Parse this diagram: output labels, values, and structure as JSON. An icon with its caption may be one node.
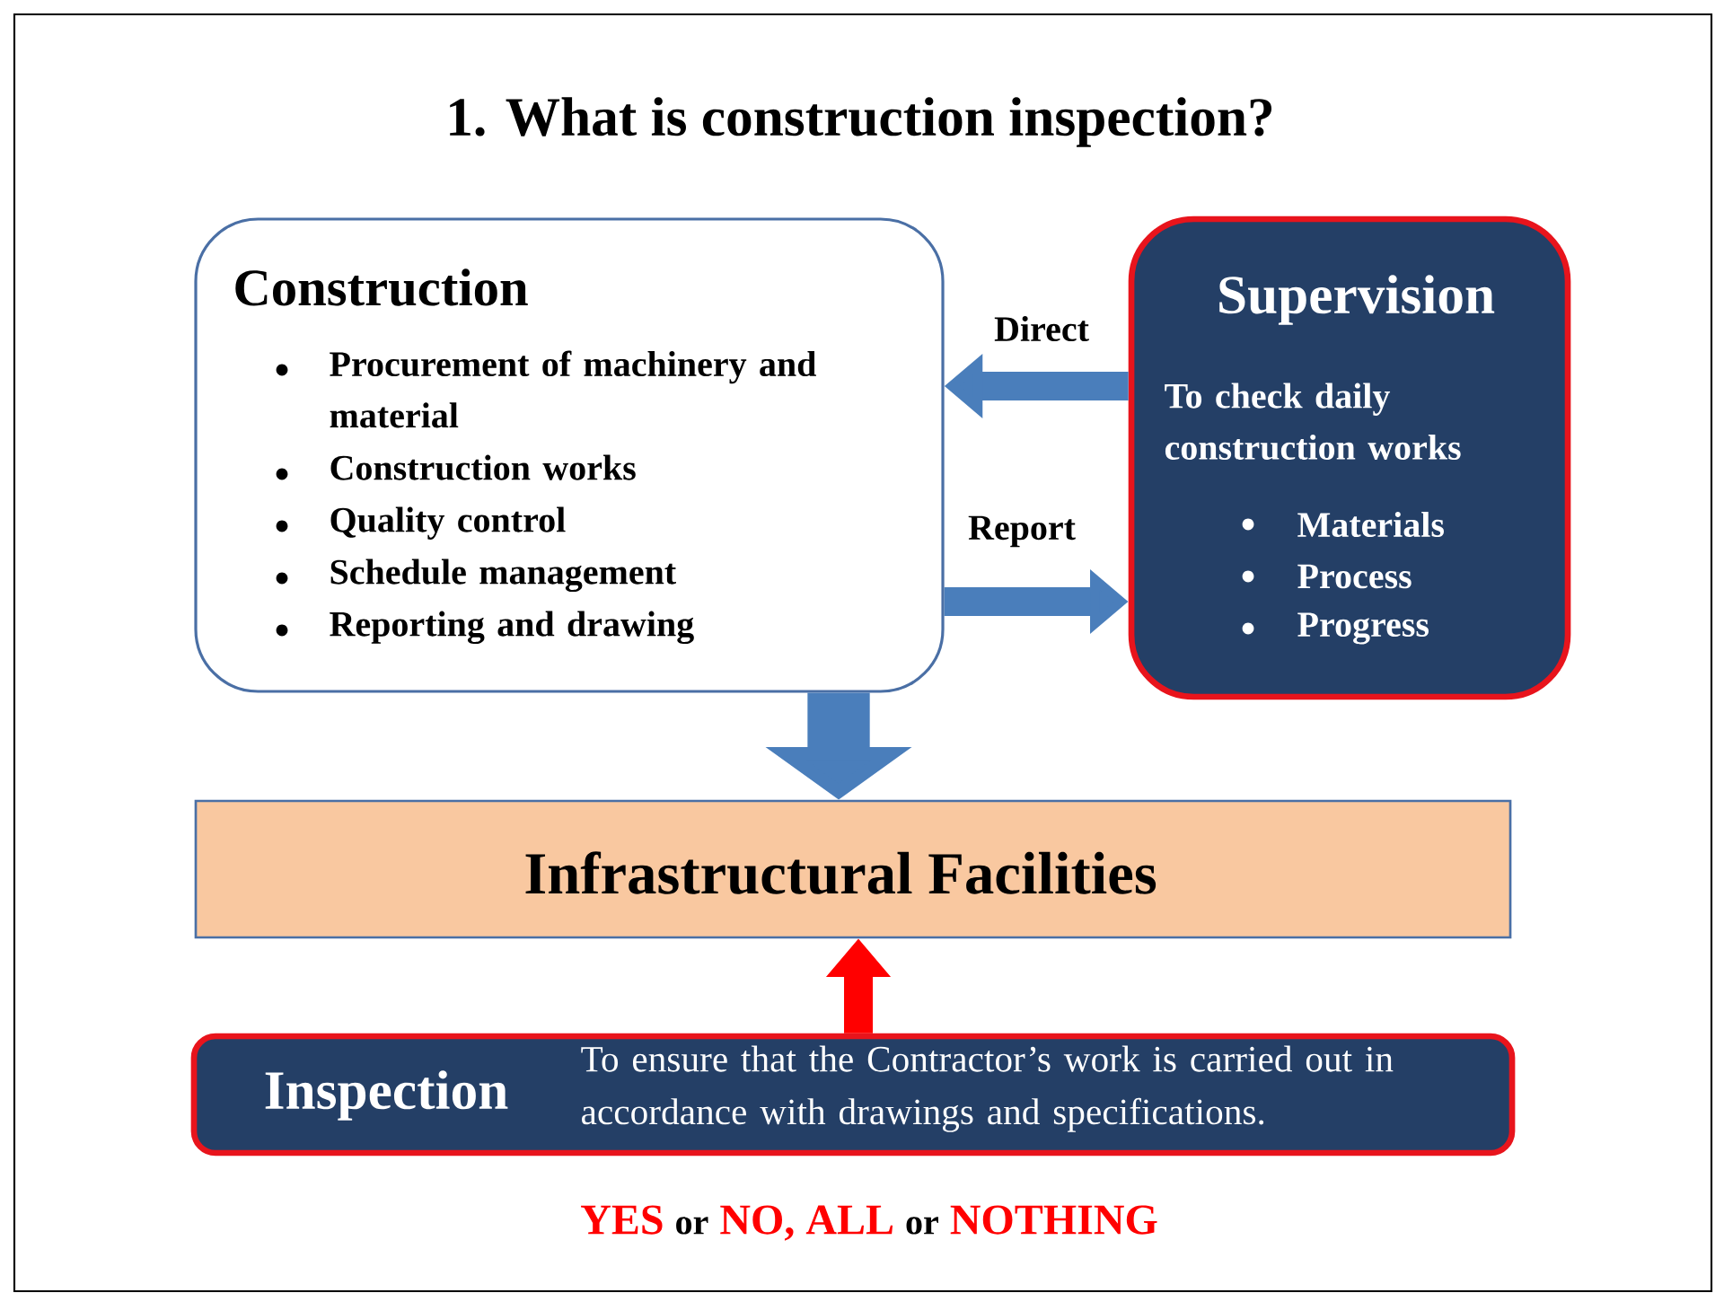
{
  "diagram": {
    "title": "1. What is construction inspection?",
    "nodes": [
      {
        "text": [
          "Construction",
          "Procurement of machinery and material",
          "Construction works",
          "Quality control",
          "Schedule management",
          "Reporting and drawing"
        ]
      },
      {
        "text": [
          "Supervision",
          "To check daily construction works",
          "Materials",
          "Process",
          "Progress"
        ]
      },
      {
        "text": [
          "Infrastructural Facilities"
        ]
      },
      {
        "text": [
          "Inspection",
          "To ensure that the Contractor’s work is carried out in accordance with drawings and specifications."
        ]
      }
    ],
    "edges": [
      {
        "from": 1,
        "to": 0,
        "arrow": "to",
        "label": "Direct"
      },
      {
        "from": 0,
        "to": 1,
        "arrow": "to",
        "label": "Report"
      },
      {
        "from": 0,
        "to": 2,
        "arrow": "to",
        "style": "thick"
      },
      {
        "from": 3,
        "to": 2,
        "arrow": "to",
        "color": "#ff0000"
      }
    ],
    "labels": [
      "YES",
      "or",
      "NO, ALL",
      "or",
      "NOTHING"
    ]
  }
}
